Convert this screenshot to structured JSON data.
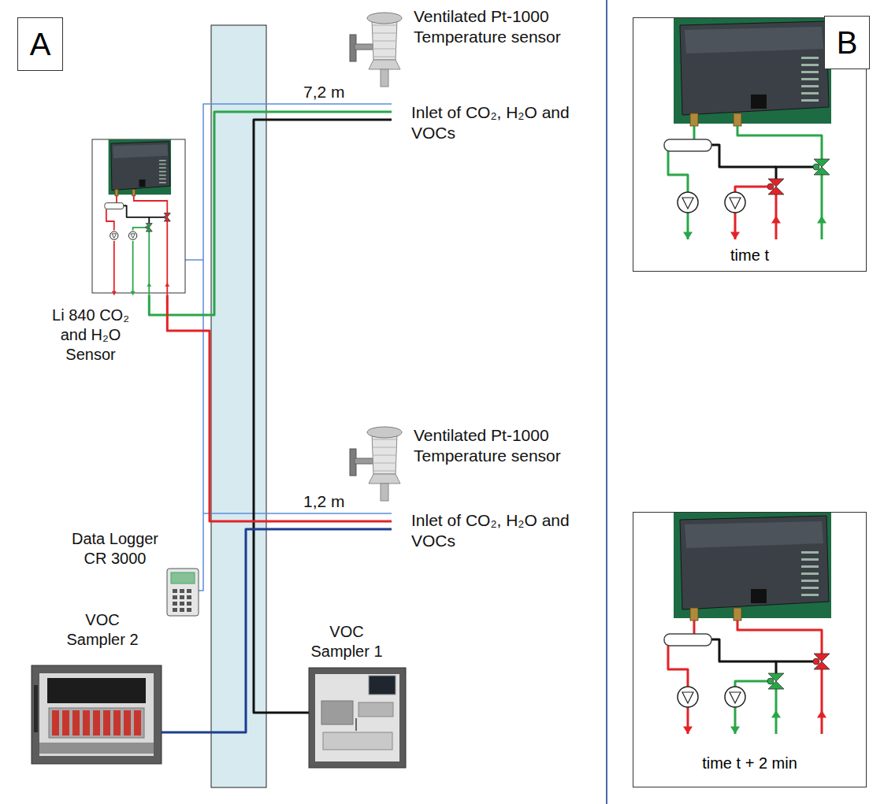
{
  "diagram": {
    "nodes": [
      {
        "text": [
          "A"
        ]
      },
      {
        "text": [
          "B"
        ]
      },
      {
        "text": [
          "time t"
        ]
      },
      {
        "text": [
          "time t + 2 min"
        ]
      }
    ],
    "labels": [
      "Ventilated Pt-1000 Temperature sensor",
      "7,2 m",
      "Inlet of CO₂, H₂O and VOCs",
      "Li 840 CO₂ and H₂O Sensor",
      "Ventilated Pt-1000 Temperature sensor",
      "1,2 m",
      "Inlet of CO₂, H₂O and VOCs",
      "Data Logger CR 3000",
      "VOC Sampler 2",
      "VOC Sampler 1"
    ]
  }
}
